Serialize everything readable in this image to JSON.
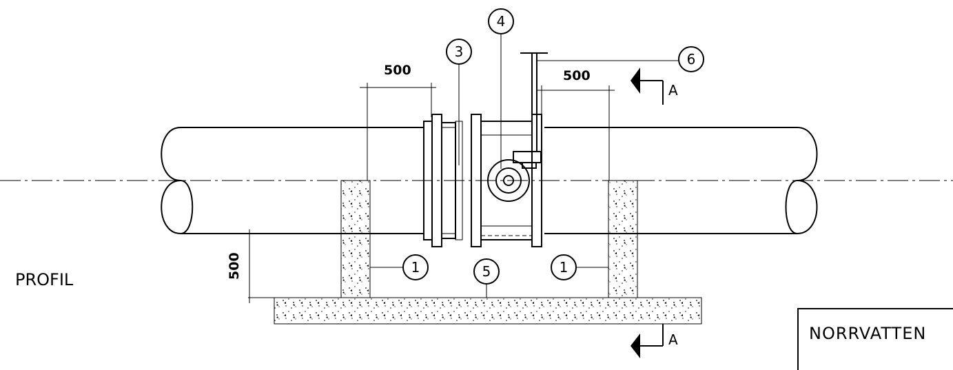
{
  "drawing": {
    "view_label": "PROFIL",
    "company": "NORRVATTEN",
    "dimensions": {
      "left_top": "500",
      "right_top": "500",
      "vertical": "500"
    },
    "item_bubbles": {
      "b1_left": "1",
      "b1_right": "1",
      "b3": "3",
      "b4": "4",
      "b5": "5",
      "b6": "6"
    },
    "section_marks": {
      "top": "A",
      "bottom": "A"
    }
  }
}
